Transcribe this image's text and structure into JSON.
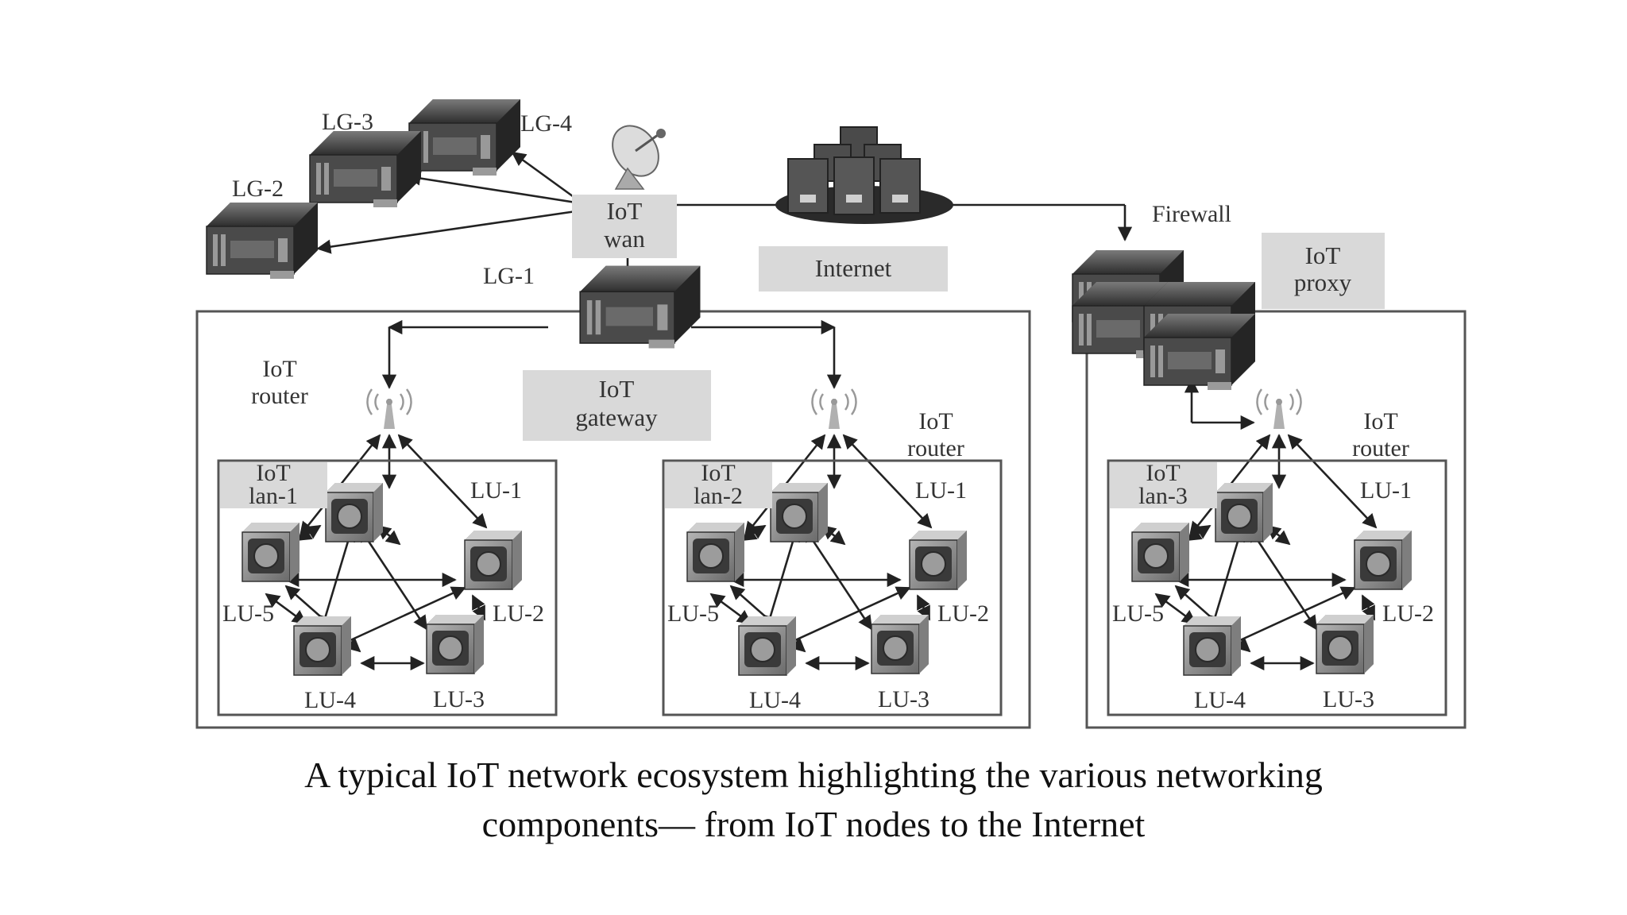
{
  "caption": {
    "line1": "A typical IoT network ecosystem highlighting the various networking",
    "line2": "components— from IoT nodes to the Internet"
  },
  "labels": {
    "lg1": "LG-1",
    "lg2": "LG-2",
    "lg3": "LG-3",
    "lg4": "LG-4",
    "wan_l1": "IoT",
    "wan_l2": "wan",
    "internet": "Internet",
    "firewall": "Firewall",
    "proxy_l1": "IoT",
    "proxy_l2": "proxy",
    "gateway_l1": "IoT",
    "gateway_l2": "gateway",
    "router_l1": "IoT",
    "router_l2": "router"
  },
  "lans": [
    {
      "name_l1": "IoT",
      "name_l2": "lan-1",
      "lu1": "LU-1",
      "lu2": "LU-2",
      "lu3": "LU-3",
      "lu4": "LU-4",
      "lu5": "LU-5"
    },
    {
      "name_l1": "IoT",
      "name_l2": "lan-2",
      "lu1": "LU-1",
      "lu2": "LU-2",
      "lu3": "LU-3",
      "lu4": "LU-4",
      "lu5": "LU-5"
    },
    {
      "name_l1": "IoT",
      "name_l2": "lan-3",
      "lu1": "LU-1",
      "lu2": "LU-2",
      "lu3": "LU-3",
      "lu4": "LU-4",
      "lu5": "LU-5"
    }
  ],
  "colors": {
    "label_box": "#d9d9d9",
    "device_dark": "#3c3c3c",
    "node_gray": "#8a8a8a"
  }
}
